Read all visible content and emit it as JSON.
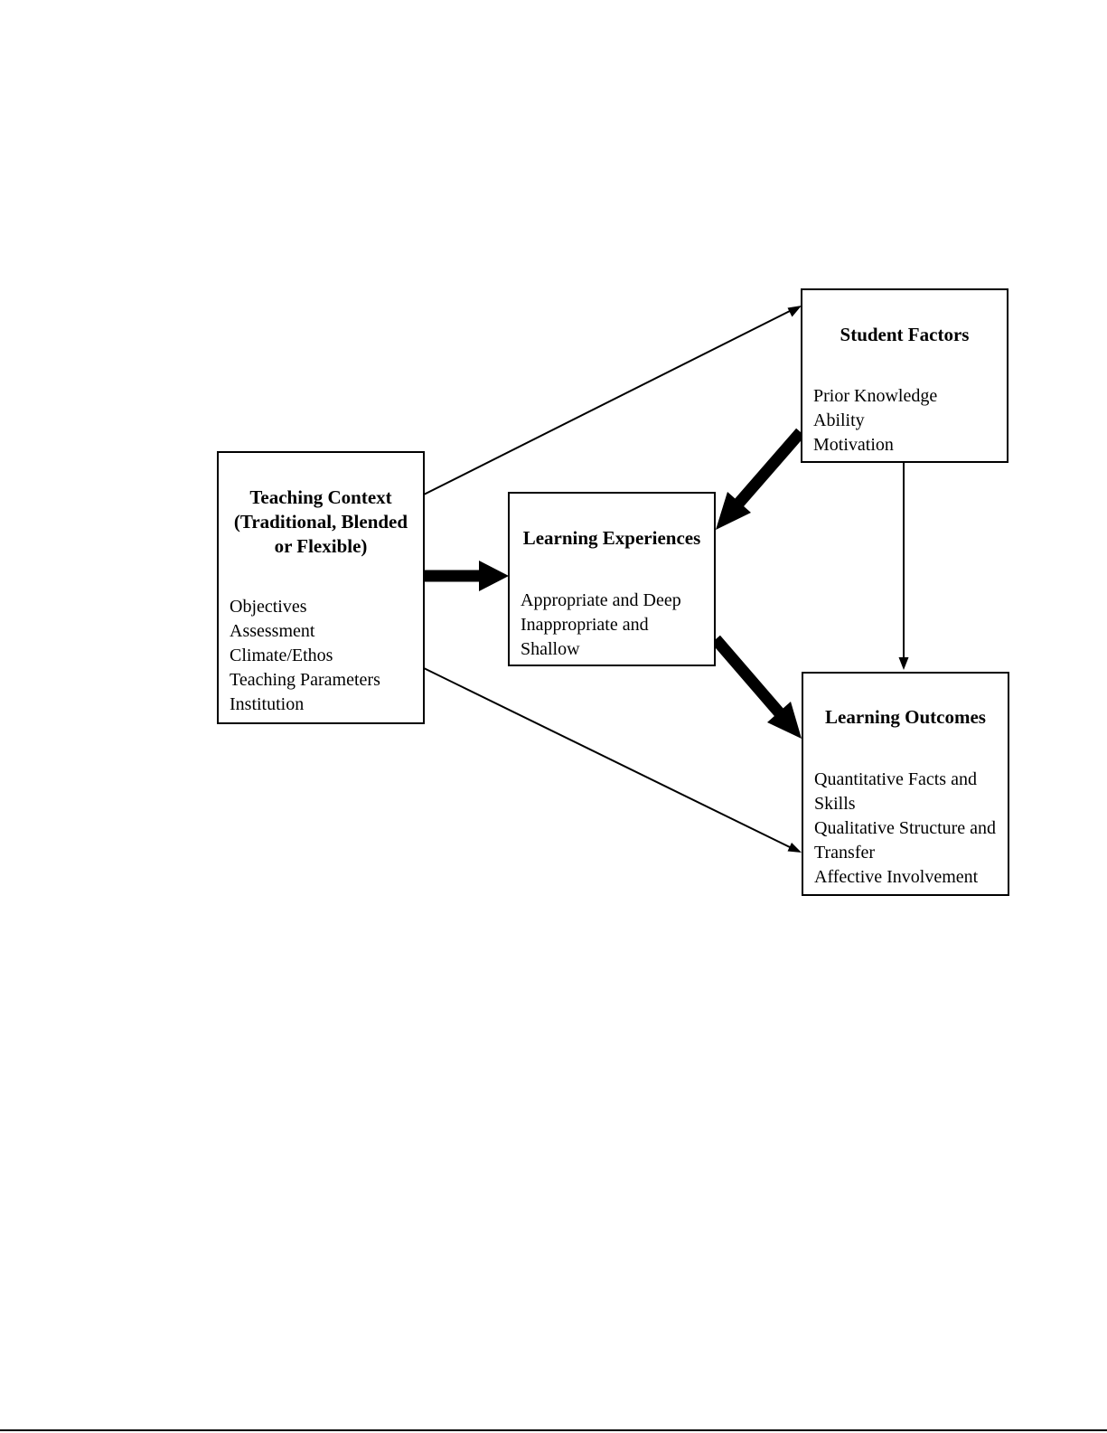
{
  "diagram": {
    "teaching_context": {
      "title": "Teaching Context\n(Traditional, Blended\nor Flexible)",
      "items": [
        "Objectives",
        "Assessment",
        "Climate/Ethos",
        "Teaching Parameters",
        "Institution"
      ]
    },
    "learning_experiences": {
      "title": "Learning Experiences",
      "items": [
        "Appropriate and Deep",
        "Inappropriate and",
        "Shallow"
      ]
    },
    "student_factors": {
      "title": "Student Factors",
      "items": [
        "Prior Knowledge",
        "Ability",
        "Motivation"
      ]
    },
    "learning_outcomes": {
      "title": "Learning Outcomes",
      "items": [
        "Quantitative Facts and",
        "Skills",
        "Qualitative Structure and",
        "Transfer",
        "Affective Involvement"
      ]
    },
    "arrows": [
      {
        "from": "teaching_context",
        "to": "learning_experiences",
        "weight": "thick"
      },
      {
        "from": "teaching_context",
        "to": "student_factors",
        "weight": "thin"
      },
      {
        "from": "teaching_context",
        "to": "learning_outcomes",
        "weight": "thin"
      },
      {
        "from": "student_factors",
        "to": "learning_experiences",
        "weight": "thick"
      },
      {
        "from": "student_factors",
        "to": "learning_outcomes",
        "weight": "thin"
      },
      {
        "from": "learning_experiences",
        "to": "learning_outcomes",
        "weight": "thick"
      }
    ]
  }
}
